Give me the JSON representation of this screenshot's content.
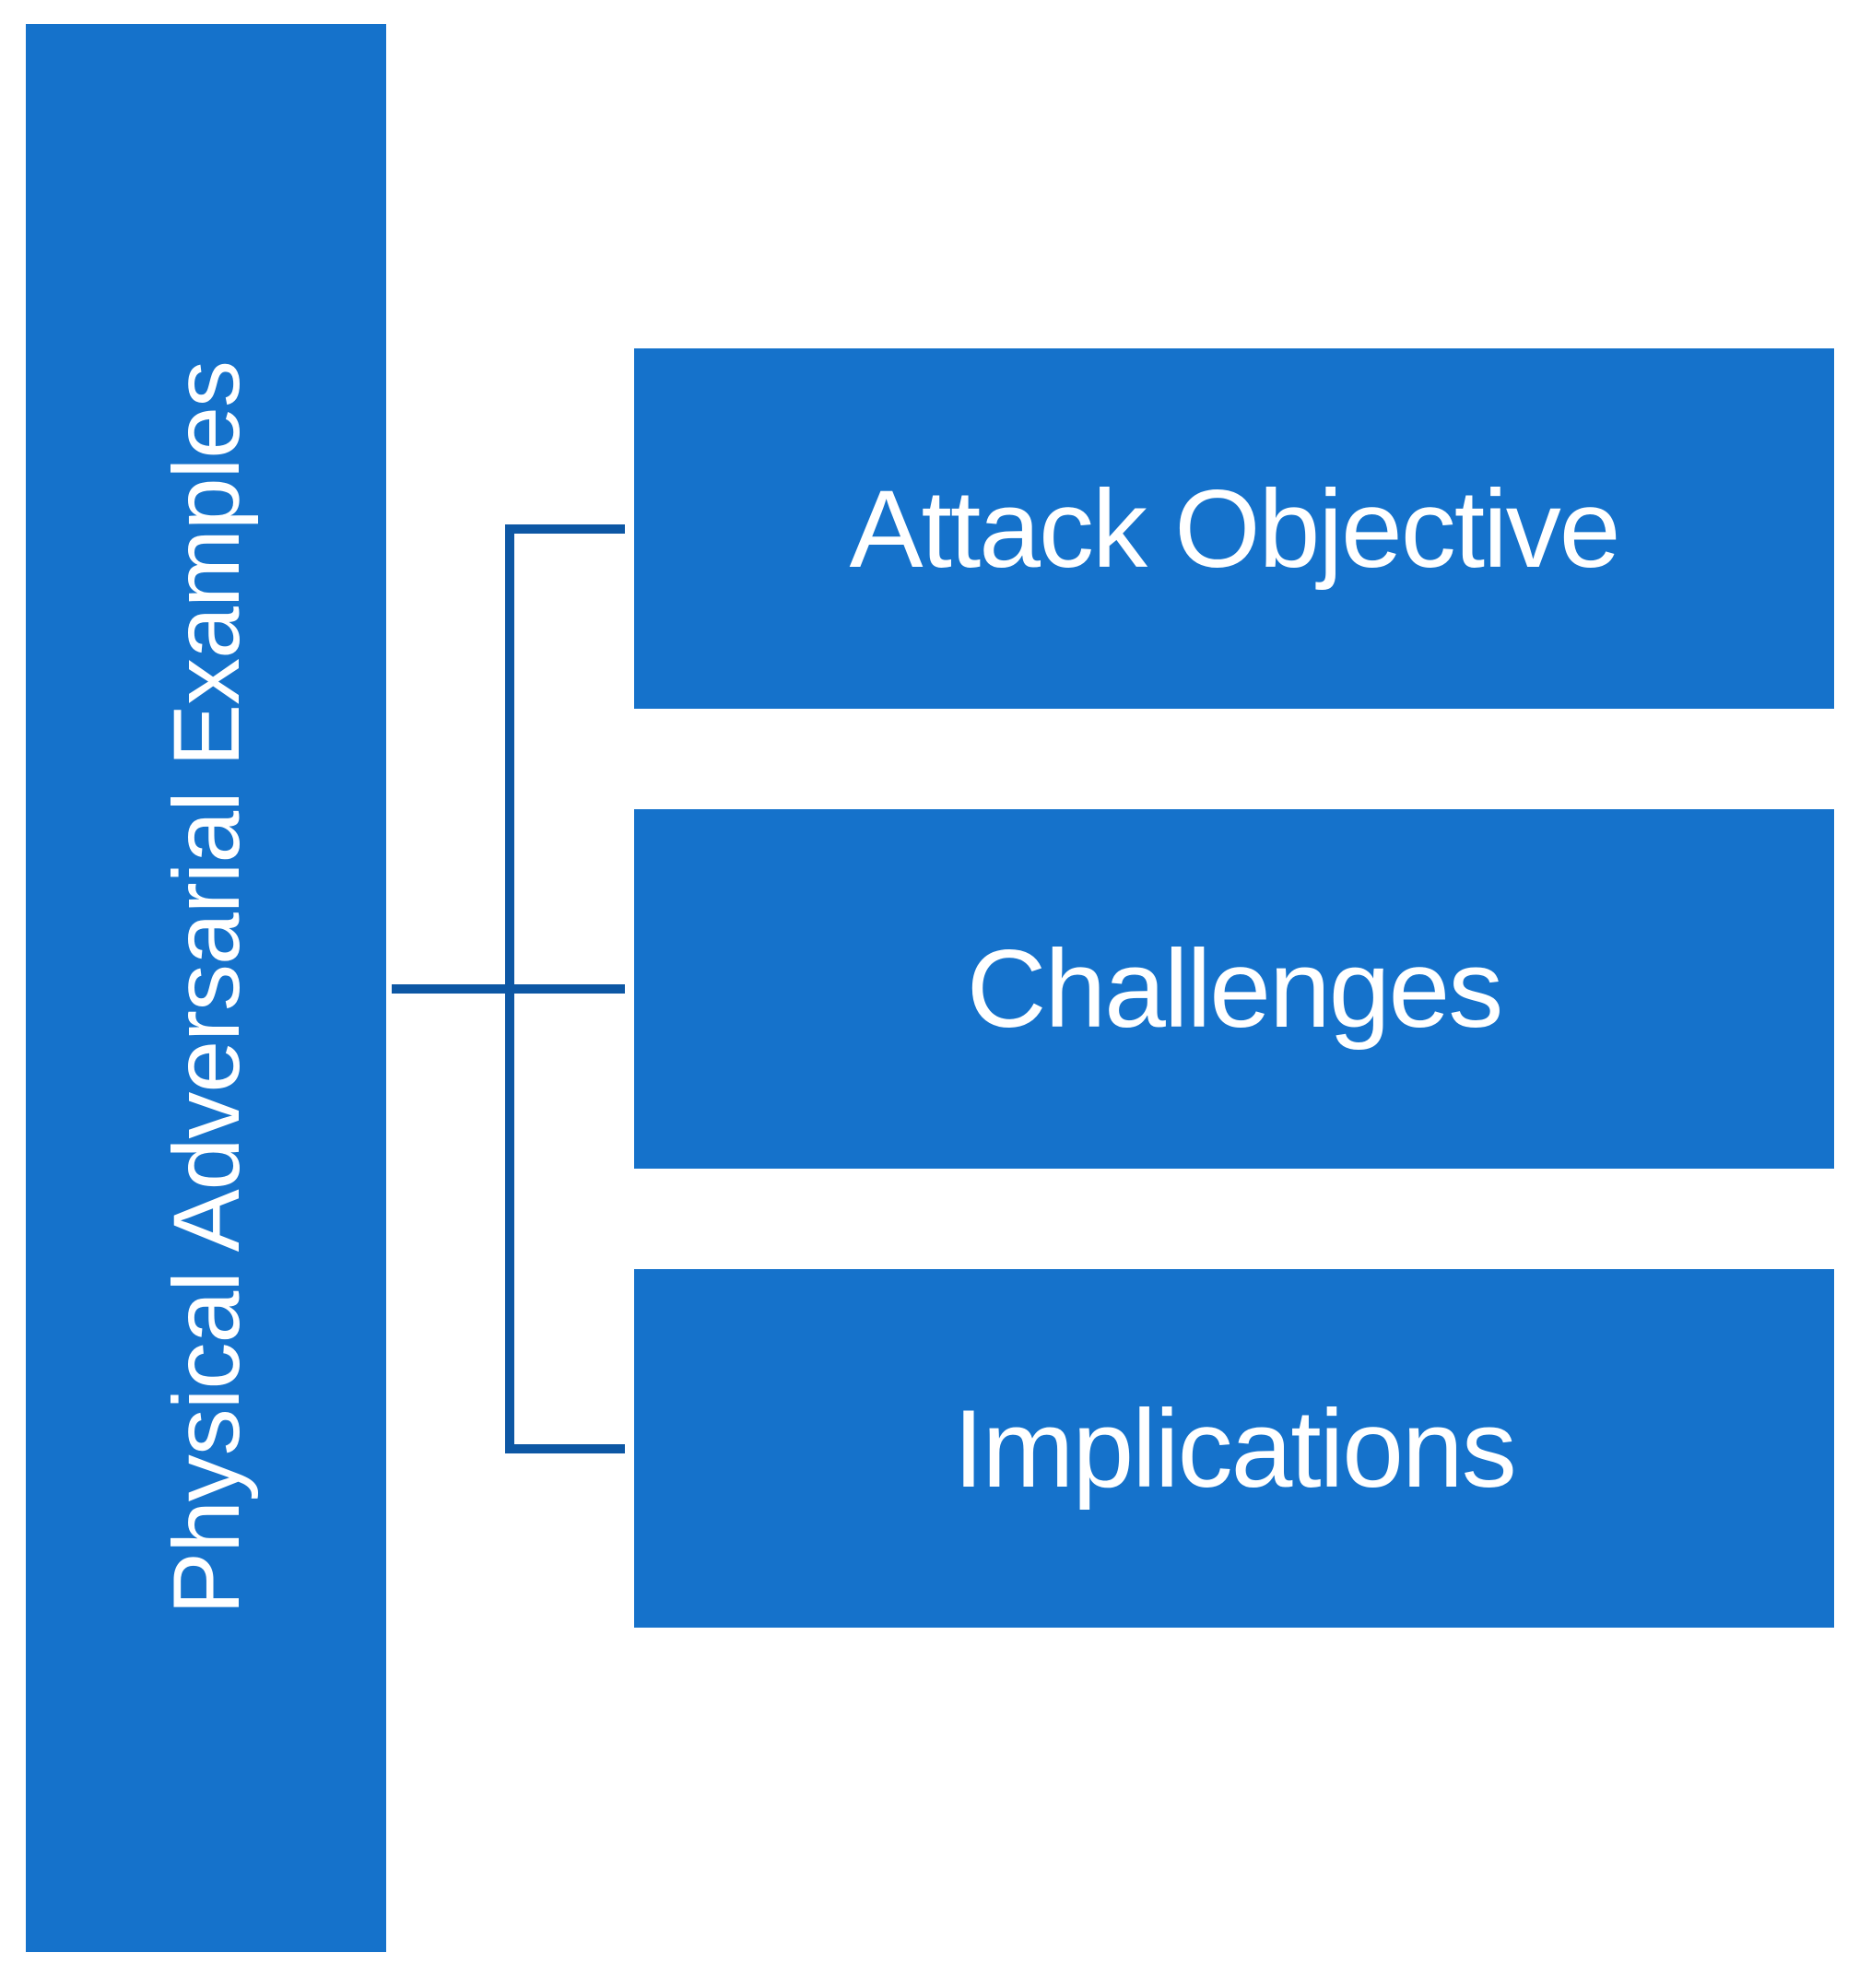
{
  "diagram": {
    "type": "tree-hierarchy",
    "orientation": "left-root-right-children",
    "background_color": "#ffffff",
    "node_fill_color": "#1572cb",
    "node_text_color": "#ffffff",
    "connector_color": "#0d57a4"
  },
  "root": {
    "label": "Physical Adversarial Examples",
    "orientation": "vertical-bottom-to-top"
  },
  "children": [
    {
      "label": "Attack Objective"
    },
    {
      "label": "Challenges"
    },
    {
      "label": "Implications"
    }
  ]
}
